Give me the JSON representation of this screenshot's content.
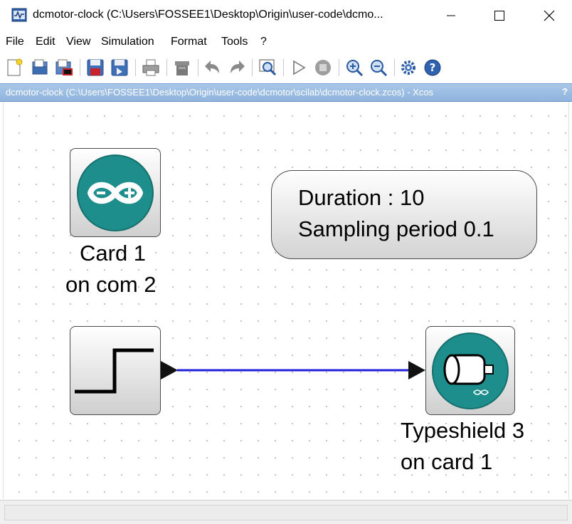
{
  "window": {
    "title": "dcmotor-clock (C:\\Users\\FOSSEE1\\Desktop\\Origin\\user-code\\dcmo...",
    "minimize_icon": "minimize-icon",
    "maximize_icon": "maximize-icon",
    "close_icon": "close-icon"
  },
  "menu": {
    "items": [
      "File",
      "Edit",
      "View",
      "Simulation",
      "Format",
      "Tools",
      "?"
    ]
  },
  "toolbar": {
    "icons": [
      "new-diagram-icon",
      "open-icon",
      "open-in-scilab-icon",
      "save-icon",
      "save-as-icon",
      "print-icon",
      "delete-icon",
      "undo-icon",
      "redo-icon",
      "fit-diagram-icon",
      "start-icon",
      "stop-icon",
      "zoom-in-icon",
      "zoom-out-icon",
      "setup-icon",
      "help-icon"
    ]
  },
  "frame": {
    "title": "dcmotor-clock (C:\\Users\\FOSSEE1\\Desktop\\Origin\\user-code\\dcmotor\\scilab\\dcmotor-clock.zcos) - Xcos",
    "help": "?"
  },
  "diagram": {
    "card_block": {
      "line1": "Card 1",
      "line2": "on com 2"
    },
    "text_box": {
      "line1": "Duration : 10",
      "line2": "Sampling period 0.1"
    },
    "step_block": {
      "icon": "step-signal-icon"
    },
    "motor_block": {
      "line1": "Typeshield 3",
      "line2": "on card 1"
    },
    "link_color": "#1f1fdc",
    "arduino_color": "#1d8e8c"
  },
  "status": {
    "text": ""
  }
}
